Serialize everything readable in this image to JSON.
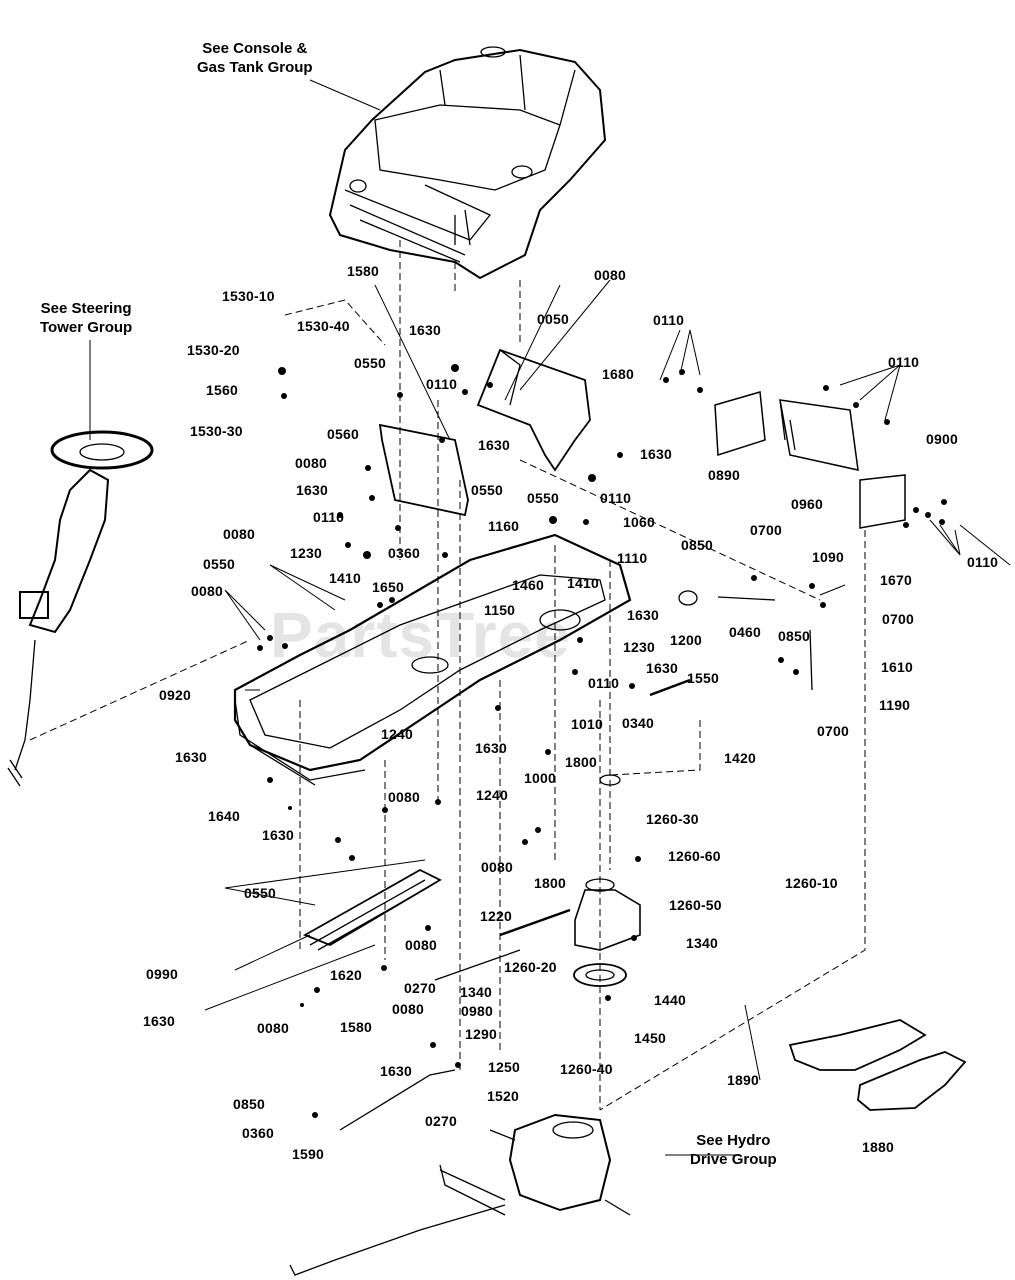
{
  "callouts": {
    "console": "See Console &\nGas Tank Group",
    "steering": "See Steering\nTower Group",
    "hydro": "See Hydro\nDrive Group"
  },
  "watermark": "PartsTree",
  "parts": {
    "p1580a": "1580",
    "p0080a": "0080",
    "p1530_10": "1530-10",
    "p1530_40": "1530-40",
    "p1530_20": "1530-20",
    "p0550a": "0550",
    "p1630a": "1630",
    "p0050": "0050",
    "p0110a": "0110",
    "p1680": "1680",
    "p0110b": "0110",
    "p1560": "1560",
    "p1530_30": "1530-30",
    "p0560": "0560",
    "p1630b": "1630",
    "p1630c": "1630",
    "p0080b": "0080",
    "p1630d": "1630",
    "p0550b": "0550",
    "p0550c": "0550",
    "p0110c": "0110",
    "p0890": "0890",
    "p0960": "0960",
    "p0900": "0900",
    "p0110d": "0110",
    "p0110e": "0110",
    "p1160": "1160",
    "p1060": "1060",
    "p1110": "1110",
    "p0700a": "0700",
    "p0850a": "0850",
    "p1090": "1090",
    "p1670": "1670",
    "p0700b": "0700",
    "p0080c": "0080",
    "p1230a": "1230",
    "p0360a": "0360",
    "p1410a": "1410",
    "p1650": "1650",
    "p0550d": "0550",
    "p0080d": "0080",
    "p1460": "1460",
    "p1410b": "1410",
    "p1150": "1150",
    "p1630e": "1630",
    "p1200": "1200",
    "p0460": "0460",
    "p0850b": "0850",
    "p1610": "1610",
    "p1230b": "1230",
    "p1630f": "1630",
    "p0110f": "0110",
    "p1550": "1550",
    "p1190": "1190",
    "p0920": "0920",
    "p0340": "0340",
    "p1010": "1010",
    "p0700c": "0700",
    "p1240a": "1240",
    "p1630g": "1630",
    "p1800a": "1800",
    "p1420": "1420",
    "p1630h": "1630",
    "p1000": "1000",
    "p0080e": "0080",
    "p1640": "1640",
    "p1240b": "1240",
    "p1260_30": "1260-30",
    "p1630i": "1630",
    "p1260_60": "1260-60",
    "p0080f": "0080",
    "p1800b": "1800",
    "p1260_10": "1260-10",
    "p0550e": "0550",
    "p1260_50": "1260-50",
    "p1220": "1220",
    "p0080g": "0080",
    "p1340a": "1340",
    "p0990": "0990",
    "p1260_20": "1260-20",
    "p1620": "1620",
    "p0270a": "0270",
    "p1340b": "1340",
    "p1630j": "1630",
    "p1580b": "1580",
    "p0080h": "0080",
    "p0980": "0980",
    "p1440": "1440",
    "p0080i": "0080",
    "p1290": "1290",
    "p1450": "1450",
    "p1890": "1890",
    "p1630k": "1630",
    "p1250": "1250",
    "p1260_40": "1260-40",
    "p1520": "1520",
    "p0850c": "0850",
    "p0360b": "0360",
    "p0270b": "0270",
    "p1880": "1880",
    "p1590": "1590"
  }
}
